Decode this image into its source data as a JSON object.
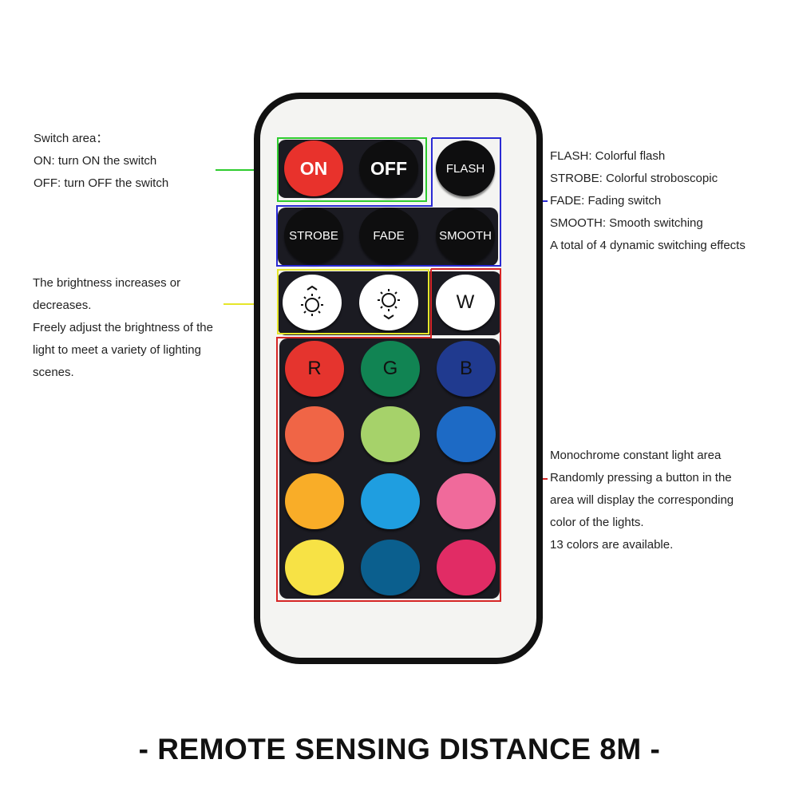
{
  "left_notes": {
    "switch": [
      "Switch area：",
      "ON: turn ON the switch",
      "OFF: turn OFF the switch"
    ],
    "brightness": [
      "The brightness increases or",
      "decreases.",
      "Freely adjust the brightness of the",
      "light to meet a variety of lighting",
      "scenes."
    ]
  },
  "right_notes": {
    "effects": [
      "FLASH: Colorful flash",
      "STROBE: Colorful stroboscopic",
      "FADE: Fading switch",
      "SMOOTH: Smooth switching",
      "A total of 4 dynamic switching effects"
    ],
    "mono": [
      "Monochrome constant light area",
      "Randomly pressing a button in the",
      "area will display the corresponding",
      "color of the lights.",
      "13 colors are available."
    ]
  },
  "buttons": {
    "on": "ON",
    "off": "OFF",
    "flash": "FLASH",
    "strobe": "STROBE",
    "fade": "FADE",
    "smooth": "SMOOTH",
    "white": "W",
    "r": "R",
    "g": "G",
    "b": "B"
  },
  "icons": {
    "brightness_up": "brightness-up-icon",
    "brightness_down": "brightness-down-icon"
  },
  "colors": {
    "on_button": "#e8322c",
    "r": "#e5342e",
    "g": "#118453",
    "b": "#203a8f",
    "row2": [
      "#f06546",
      "#a6d26a",
      "#1d6ac5"
    ],
    "row3": [
      "#f9ad28",
      "#1f9ee0",
      "#f06a9b"
    ],
    "row4": [
      "#f7e245",
      "#0b5f8e",
      "#e12c65"
    ],
    "switch_frame": "#2ecc2e",
    "effect_frame": "#2a2ad4",
    "brightness_frame": "#e6e62a",
    "color_frame": "#d62626"
  },
  "footer": "- REMOTE SENSING DISTANCE 8M -"
}
